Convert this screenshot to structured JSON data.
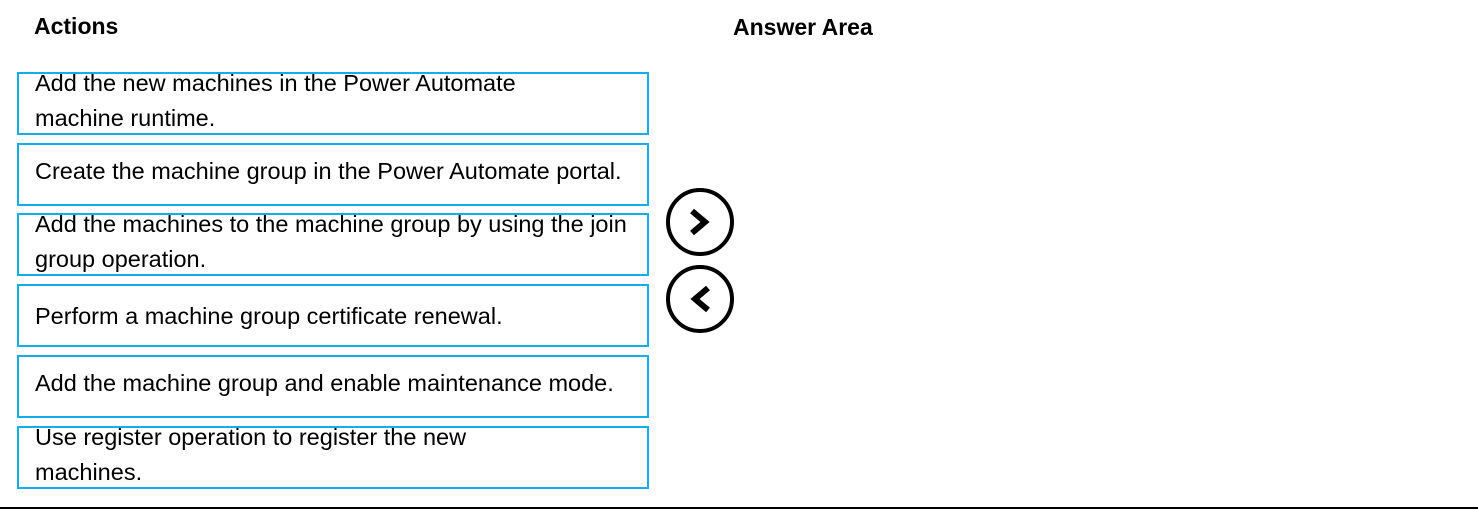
{
  "actions_heading": "Actions",
  "answer_heading": "Answer Area",
  "actions": [
    {
      "label": "Add the new machines in the Power Automate machine runtime."
    },
    {
      "label": "Create the machine group in the Power Automate portal."
    },
    {
      "label": "Add the machines to the machine group by using the join group operation."
    },
    {
      "label": "Perform a machine group certificate renewal."
    },
    {
      "label": "Add the machine group and enable maintenance mode."
    },
    {
      "label": "Use register operation to register the new machines."
    }
  ],
  "buttons": {
    "move_right": "chevron-right-circle-icon",
    "move_left": "chevron-left-circle-icon"
  },
  "colors": {
    "item_border": "#12adea"
  }
}
